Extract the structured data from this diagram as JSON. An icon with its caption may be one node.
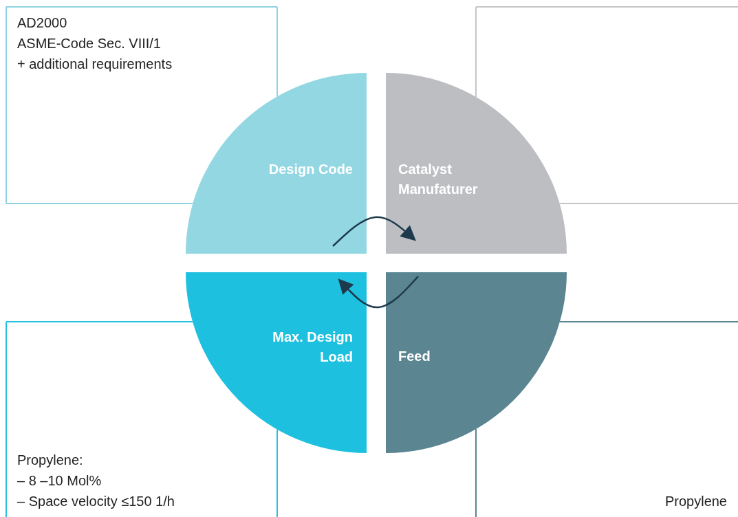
{
  "diagram": {
    "nodes": [
      {
        "text": [
          "AD2000",
          "ASME-Code Sec. VIII/1",
          "+ additional requirements"
        ]
      },
      {
        "text": [
          "Design Code"
        ]
      },
      {
        "text": [],
        "shape": "box"
      },
      {
        "text": [
          "Catalyst Manufaturer"
        ]
      },
      {
        "text": [
          "Max. Design Load"
        ]
      },
      {
        "text": [
          "Feed"
        ]
      },
      {
        "text": [
          "Propylene:",
          "– 8 –10 Mol%",
          "– Space velocity ≤150 1/h"
        ]
      },
      {
        "text": [
          "Propylene"
        ]
      }
    ],
    "edges": [
      {
        "from": 1,
        "to": 3,
        "arrow": "to"
      },
      {
        "from": 5,
        "to": 4,
        "arrow": "to"
      }
    ]
  }
}
